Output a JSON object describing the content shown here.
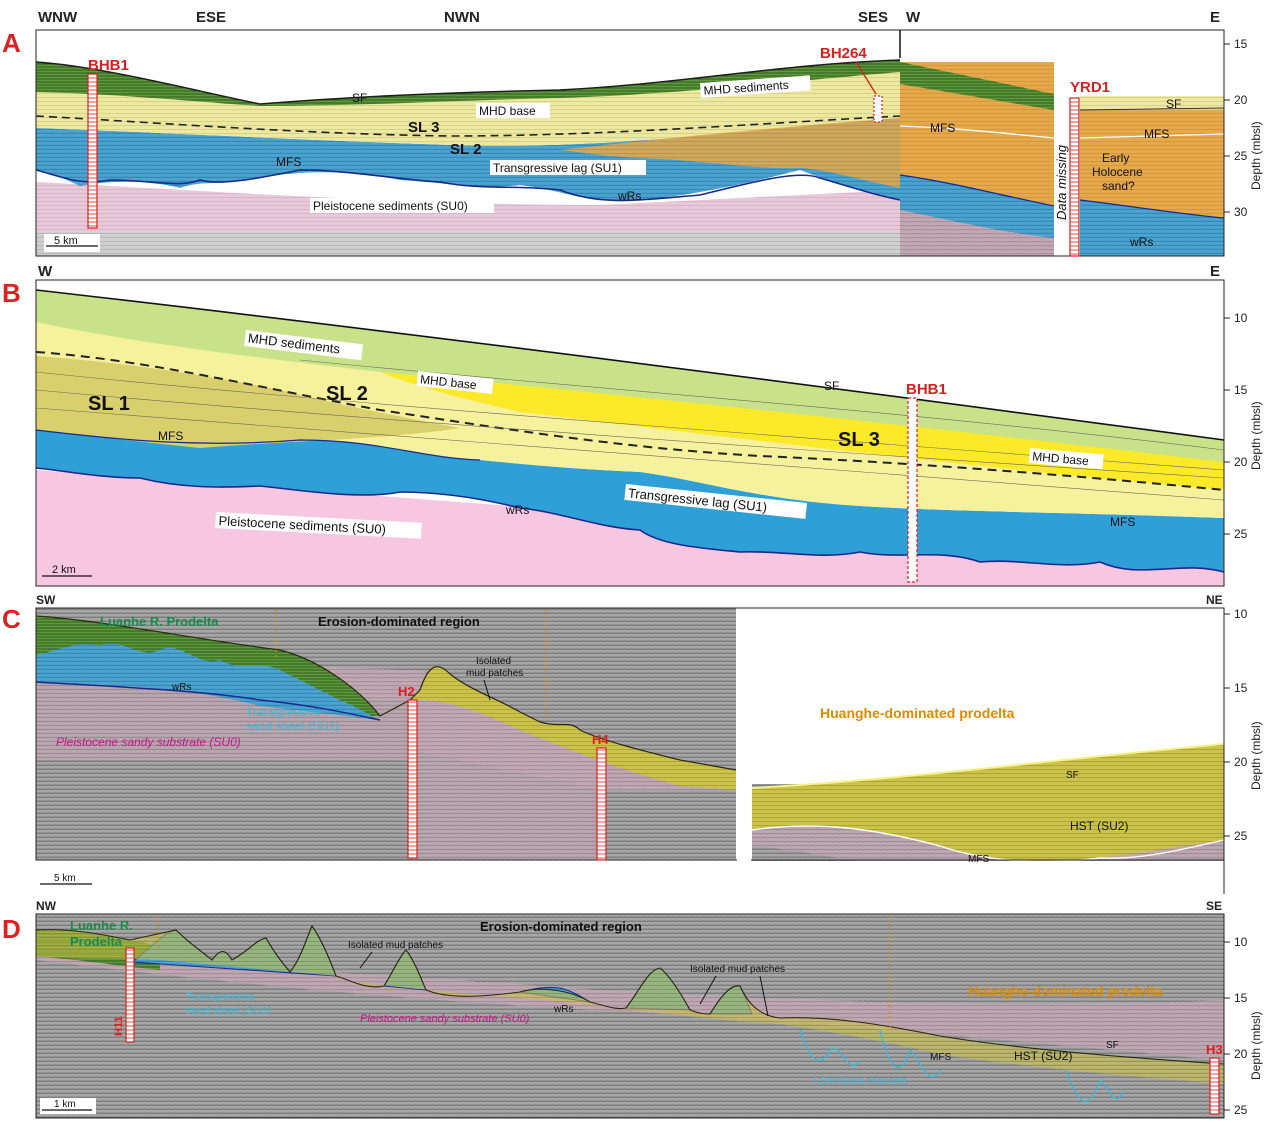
{
  "panels": {
    "A": {
      "letter": "A",
      "directions": [
        "WNW",
        "ESE",
        "NWN",
        "SES",
        "W",
        "E"
      ],
      "depth_ticks": [
        "15",
        "20",
        "25",
        "30"
      ],
      "axis_title": "Depth (mbsl)",
      "scale": "5 km",
      "boreholes": [
        "BHB1",
        "BH264",
        "YRD1"
      ],
      "labels": {
        "sf1": "SF",
        "mhd_base": "MHD base",
        "mhd_sediments": "MHD sediments",
        "sl3": "SL 3",
        "sl2": "SL 2",
        "mfs1": "MFS",
        "trans_lag": "Transgressive lag (SU1)",
        "wrs1": "wRs",
        "pleist": "Pleistocene sediments (SU0)",
        "mfs2": "MFS",
        "data_missing": "Data missing",
        "sf2": "SF",
        "mfs3": "MFS",
        "early_holocene": [
          "Early",
          "Holocene",
          "sand?"
        ],
        "wrs2": "wRs"
      }
    },
    "B": {
      "letter": "B",
      "directions": [
        "W",
        "E"
      ],
      "depth_ticks": [
        "10",
        "15",
        "20",
        "25"
      ],
      "axis_title": "Depth (mbsl)",
      "scale": "2 km",
      "boreholes": [
        "BHB1"
      ],
      "labels": {
        "mhd_sediments": "MHD sediments",
        "sf": "SF",
        "mhd_base1": "MHD base",
        "sl1": "SL 1",
        "sl2": "SL 2",
        "sl3": "SL 3",
        "mhd_base2": "MHD base",
        "mfs1": "MFS",
        "wrs": "wRs",
        "trans_lag": "Transgressive lag (SU1)",
        "mfs2": "MFS",
        "pleist": "Pleistocene sediments (SU0)"
      }
    },
    "C": {
      "letter": "C",
      "directions": [
        "SW",
        "NE"
      ],
      "depth_ticks": [
        "10",
        "15",
        "20",
        "25"
      ],
      "axis_title": "Depth (mbsl)",
      "scale": "5 km",
      "boreholes": [
        "H2",
        "H4"
      ],
      "labels": {
        "luanhe": "Luanhe R. Prodelta",
        "erosion": "Erosion-dominated region",
        "isolated": [
          "Isolated",
          "mud patches"
        ],
        "wrs": "wRs",
        "sand_sheet": [
          "Transgressive",
          "sand sheet (SU1)"
        ],
        "pleist": "Pleistocene sandy substrate (SU0)",
        "huanghe": "Huanghe-dominated prodelta",
        "sf": "SF",
        "hst": "HST (SU2)",
        "mfs": "MFS"
      }
    },
    "D": {
      "letter": "D",
      "directions": [
        "NW",
        "SE"
      ],
      "depth_ticks": [
        "10",
        "15",
        "20",
        "25"
      ],
      "axis_title": "Depth (mbsl)",
      "scale": "1 km",
      "boreholes": [
        "H11",
        "H3"
      ],
      "labels": {
        "luanhe": [
          "Luanhe R.",
          "Prodelta"
        ],
        "erosion": "Erosion-dominated region",
        "isolated1": "Isolated mud patches",
        "isolated2": "Isolated mud patches",
        "sand_sheet": [
          "Transgressive",
          "sand sheet (SU1)"
        ],
        "wrs": "wRs",
        "pleist": "Pleistocene sandy substrate (SU0)",
        "huanghe": "Huanghe-dominated prodelta",
        "mfs": "MFS",
        "hst": "HST (SU2)",
        "sf": "SF",
        "lgm": "LGM fluvial channels"
      }
    }
  },
  "colors": {
    "green_top": "#3f8a2c",
    "mhd_light": "#c8e28a",
    "yellow": "#f3ef9c",
    "yellow_bright": "#fbe92a",
    "olive": "#d9cf6c",
    "blue": "#2a9ed8",
    "pink": "#f4c6de",
    "orange": "#e8a844",
    "seismic_gray": "#8f8f8f",
    "borehole_red": "#d92020",
    "mauve": "#c4a6b2",
    "hst_olive": "#c9c23a"
  }
}
